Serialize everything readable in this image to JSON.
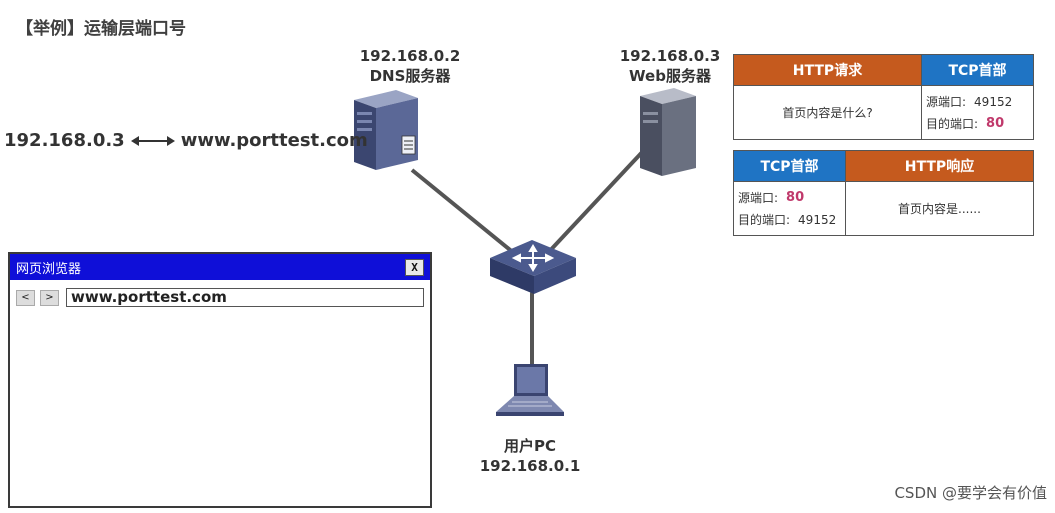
{
  "title": "【举例】运输层端口号",
  "dns_server": {
    "ip": "192.168.0.2",
    "name": "DNS服务器"
  },
  "web_server": {
    "ip": "192.168.0.3",
    "name": "Web服务器"
  },
  "switch_label": "SWITCH",
  "user_pc": {
    "name": "用户PC",
    "ip": "192.168.0.1"
  },
  "mapping": {
    "ip": "192.168.0.3",
    "domain": "www.porttest.com"
  },
  "request_packet": {
    "http_header": "HTTP请求",
    "tcp_header": "TCP首部",
    "content": "首页内容是什么?",
    "src_port_label": "源端口:",
    "src_port": "49152",
    "dst_port_label": "目的端口:",
    "dst_port": "80"
  },
  "response_packet": {
    "tcp_header": "TCP首部",
    "http_header": "HTTP响应",
    "content": "首页内容是......",
    "src_port_label": "源端口:",
    "src_port": "80",
    "dst_port_label": "目的端口:",
    "dst_port": "49152"
  },
  "browser": {
    "title": "网页浏览器",
    "close_label": "X",
    "back_label": "<",
    "forward_label": ">",
    "address": "www.porttest.com"
  },
  "watermark": "CSDN @要学会有价值",
  "colors": {
    "orange_header": "#c55a1e",
    "blue_header": "#1f74c4",
    "browser_titlebar": "#0f0fd8",
    "port_highlight": "#c0396b"
  }
}
